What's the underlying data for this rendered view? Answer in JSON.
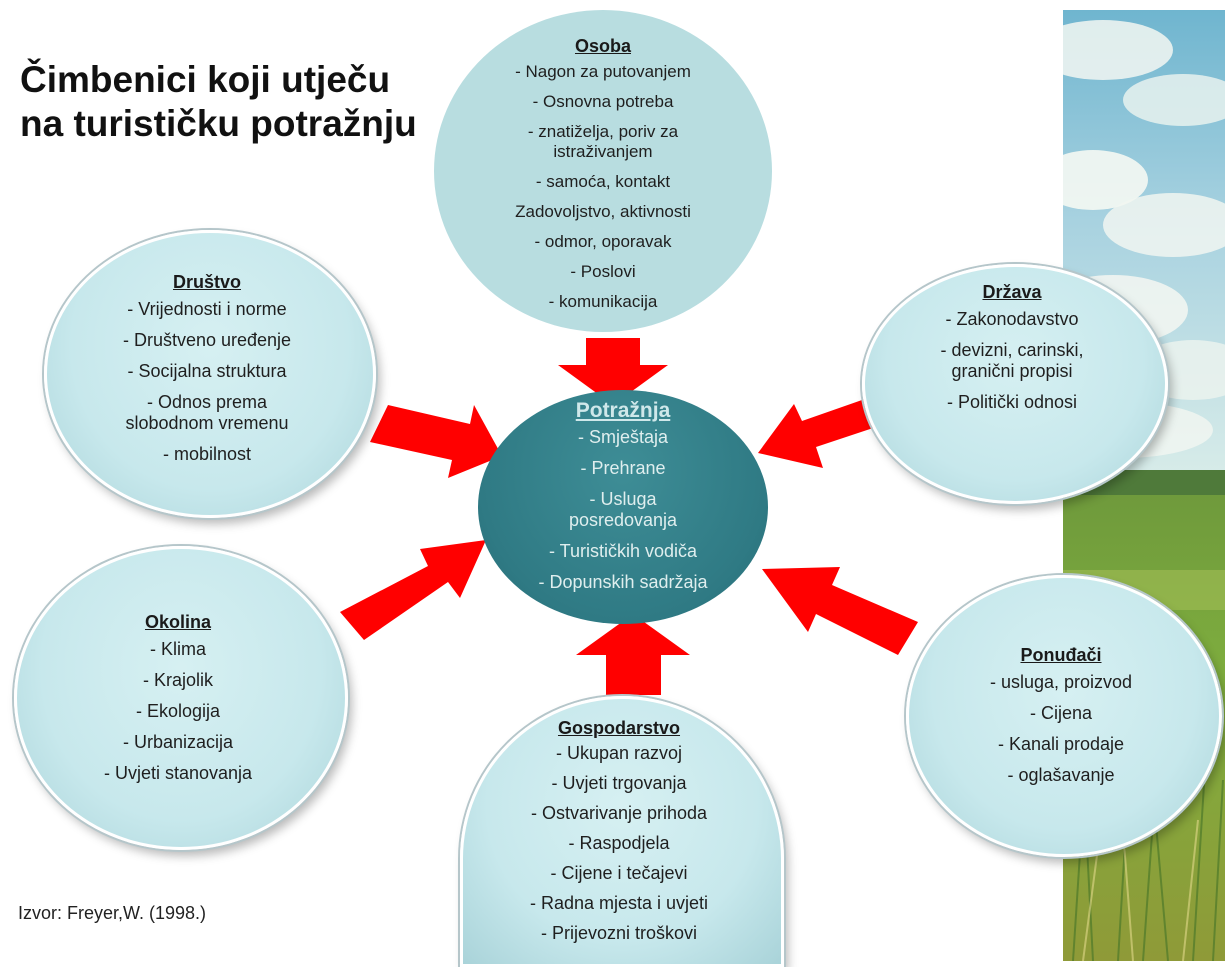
{
  "title": "Čimbenici koji utječu na turističku potražnju",
  "source": "Izvor: Freyer,W.  (1998.)",
  "colors": {
    "bubble_fill": "#c7e8ec",
    "center_fill": "#2f7a84",
    "arrow": "#ff0000"
  },
  "nodes": {
    "osoba": {
      "heading": "Osoba",
      "items": [
        "- Nagon za putovanjem",
        "- Osnovna potreba",
        "- znatiželja, poriv za istraživanjem",
        "- samoća, kontakt",
        "Zadovoljstvo, aktivnosti",
        "- odmor, oporavak",
        "- Poslovi",
        "- komunikacija"
      ]
    },
    "drustvo": {
      "heading": "Društvo",
      "items": [
        "- Vrijednosti i norme",
        "- Društveno uređenje",
        "- Socijalna struktura",
        "- Odnos prema slobodnom vremenu",
        "- mobilnost"
      ]
    },
    "drzava": {
      "heading": "Država",
      "items": [
        "- Zakonodavstvo",
        "- devizni, carinski, granični propisi",
        "- Politički odnosi"
      ]
    },
    "potraznja": {
      "heading": "Potražnja",
      "items": [
        "- Smještaja",
        "- Prehrane",
        "- Usluga posredovanja",
        "- Turističkih vodiča",
        "- Dopunskih sadržaja"
      ]
    },
    "okolina": {
      "heading": "Okolina",
      "items": [
        "- Klima",
        "- Krajolik",
        "- Ekologija",
        "- Urbanizacija",
        "- Uvjeti stanovanja"
      ]
    },
    "ponudaci": {
      "heading": "Ponuđači",
      "items": [
        "- usluga, proizvod",
        "- Cijena",
        "- Kanali prodaje",
        "- oglašavanje"
      ]
    },
    "gospodarstvo": {
      "heading": "Gospodarstvo",
      "items": [
        "- Ukupan razvoj",
        "- Uvjeti trgovanja",
        "- Ostvarivanje prihoda",
        "- Raspodjela",
        "- Cijene i tečajevi",
        "- Radna mjesta i uvjeti",
        "- Prijevozni troškovi"
      ]
    }
  }
}
